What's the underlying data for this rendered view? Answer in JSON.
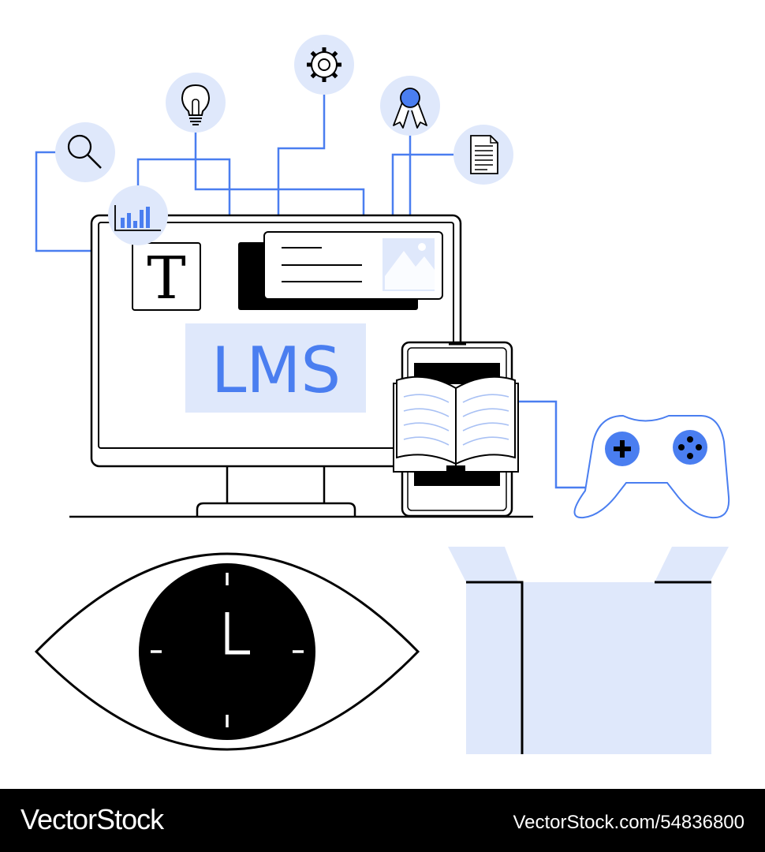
{
  "screen": {
    "label": "LMS",
    "text_tile": "T"
  },
  "footer": {
    "brand": "VectorStock",
    "stock_id": "VectorStock.com/54836800"
  },
  "colors": {
    "accent": "#4a7ef0",
    "tint": "#dfe8fb",
    "line": "#000000"
  },
  "icons": [
    "search-icon",
    "bar-chart-icon",
    "lightbulb-icon",
    "gear-icon",
    "award-ribbon-icon",
    "document-icon",
    "open-book-icon",
    "game-controller-icon",
    "eye-clock-icon",
    "open-box-icon",
    "image-placeholder-icon"
  ]
}
